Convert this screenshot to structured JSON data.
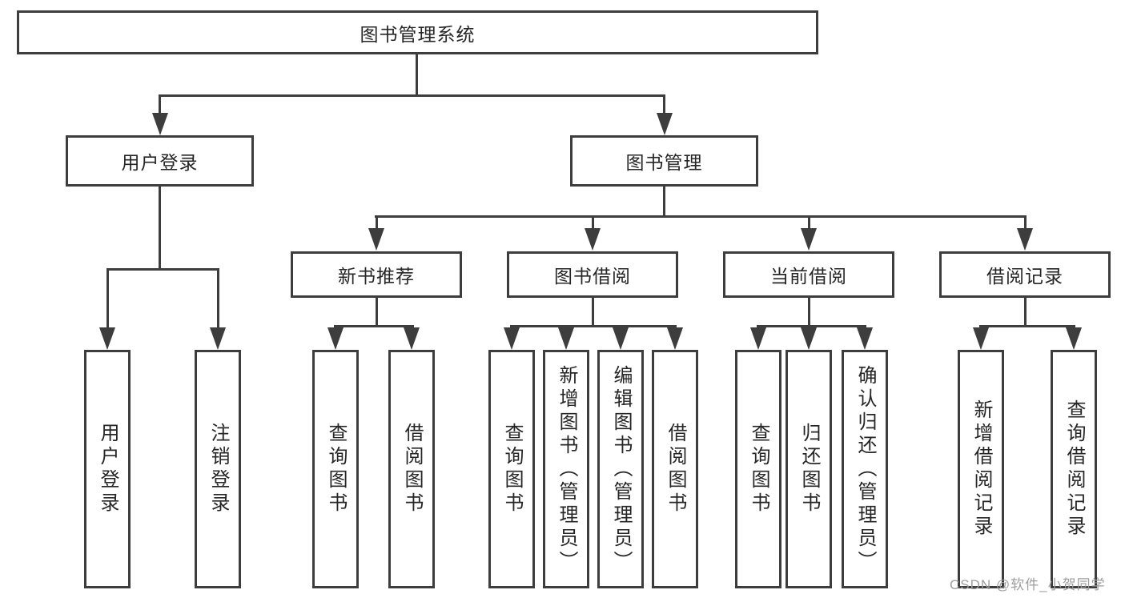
{
  "diagram": {
    "root": {
      "label": "图书管理系统"
    },
    "level2": [
      {
        "label": "用户登录"
      },
      {
        "label": "图书管理"
      }
    ],
    "level3": [
      {
        "label": "新书推荐"
      },
      {
        "label": "图书借阅"
      },
      {
        "label": "当前借阅"
      },
      {
        "label": "借阅记录"
      }
    ],
    "leaves": {
      "user_login": [
        {
          "label": "用户登录"
        },
        {
          "label": "注销登录"
        }
      ],
      "new_book_recommend": [
        {
          "label": "查询图书"
        },
        {
          "label": "借阅图书"
        }
      ],
      "book_borrowing": [
        {
          "label": "查询图书"
        },
        {
          "label": "新增图书（管理员）"
        },
        {
          "label": "编辑图书（管理员）"
        },
        {
          "label": "借阅图书"
        }
      ],
      "current_borrowing": [
        {
          "label": "查询图书"
        },
        {
          "label": "归还图书"
        },
        {
          "label": "确认归还（管理员）"
        }
      ],
      "borrowing_records": [
        {
          "label": "新增借阅记录"
        },
        {
          "label": "查询借阅记录"
        }
      ]
    },
    "watermark": "CSDN @软件_小贺同学",
    "colors": {
      "line": "#3d3d3d",
      "text": "#262626",
      "watermark": "#9e9e9e",
      "background": "#ffffff"
    }
  }
}
